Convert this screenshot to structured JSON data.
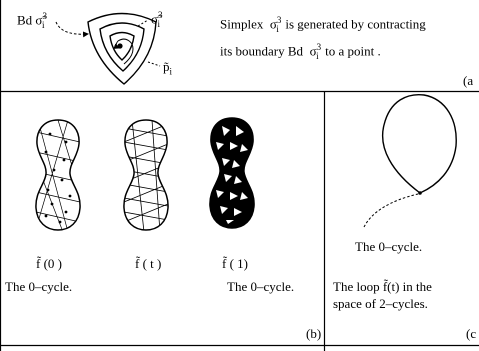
{
  "panel_a": {
    "label_bd": "Bd σ̃",
    "label_bd_sup": "3",
    "label_bd_sub": "i",
    "label_sigma": "σ̃",
    "label_sigma_sup": "3",
    "label_sigma_sub": "i",
    "label_p": "p̃",
    "label_p_sub": "i",
    "caption_line1_a": "Simplex",
    "caption_sigma": "σ",
    "caption_sigma_sup": "3",
    "caption_sigma_sub": "i",
    "caption_line1_b": "is generated by contracting",
    "caption_line2_a": "its boundary Bd",
    "caption_line2_b": "to a point .",
    "tag": "(a"
  },
  "panel_b": {
    "f0": "f̃ (0 )",
    "ft": "f̃ ( t )",
    "f1": "f̃ ( 1)",
    "caption_left": "The 0–cycle.",
    "caption_right": "The 0–cycle.",
    "tag": "(b)"
  },
  "panel_c": {
    "label_0cycle": "The 0–cycle.",
    "caption_line1": "The loop f̃(t) in the",
    "caption_line2": "space of 2–cycles.",
    "tag": "(c"
  },
  "colors": {
    "ink": "#000000",
    "background": "#ffffff"
  }
}
